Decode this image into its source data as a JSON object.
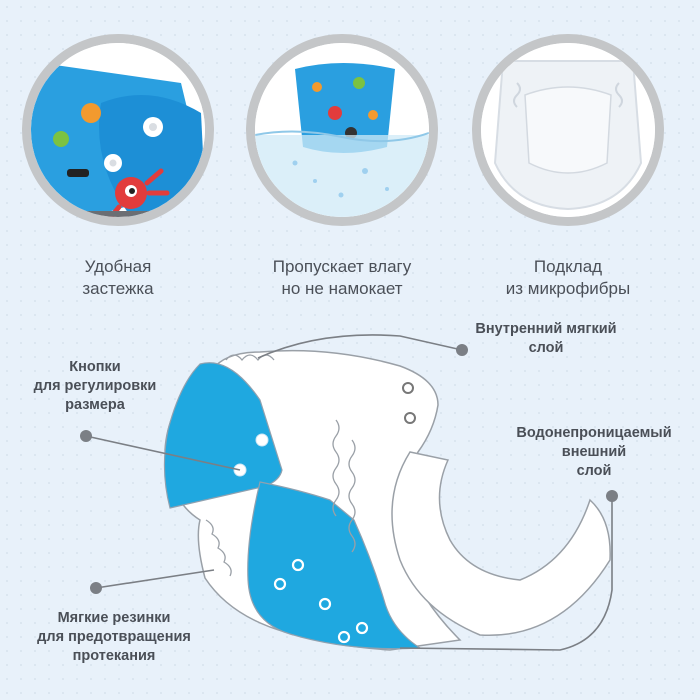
{
  "features": [
    {
      "icon": "snap-fastener-photo",
      "line1": "Удобная",
      "line2": "застежка"
    },
    {
      "icon": "water-diaper-photo",
      "line1": "Пропускает влагу",
      "line2": "но не намокает"
    },
    {
      "icon": "microfiber-lining-photo",
      "line1": "Подклад",
      "line2": "из микрофибры"
    }
  ],
  "callouts": {
    "inner_layer": [
      "Внутренний мягкий",
      "слой"
    ],
    "buttons": [
      "Кнопки",
      "для регулировки",
      "размера"
    ],
    "outer_layer": [
      "Водонепроницаемый",
      "внешний",
      "слой"
    ],
    "elastics": [
      "Мягкие резинки",
      "для предотвращения",
      "протекания"
    ]
  },
  "colors": {
    "accent_blue": "#1fa8e0",
    "ring_gray": "#c4c6c8",
    "line_gray": "#7b7f85",
    "text": "#4a4f57"
  }
}
